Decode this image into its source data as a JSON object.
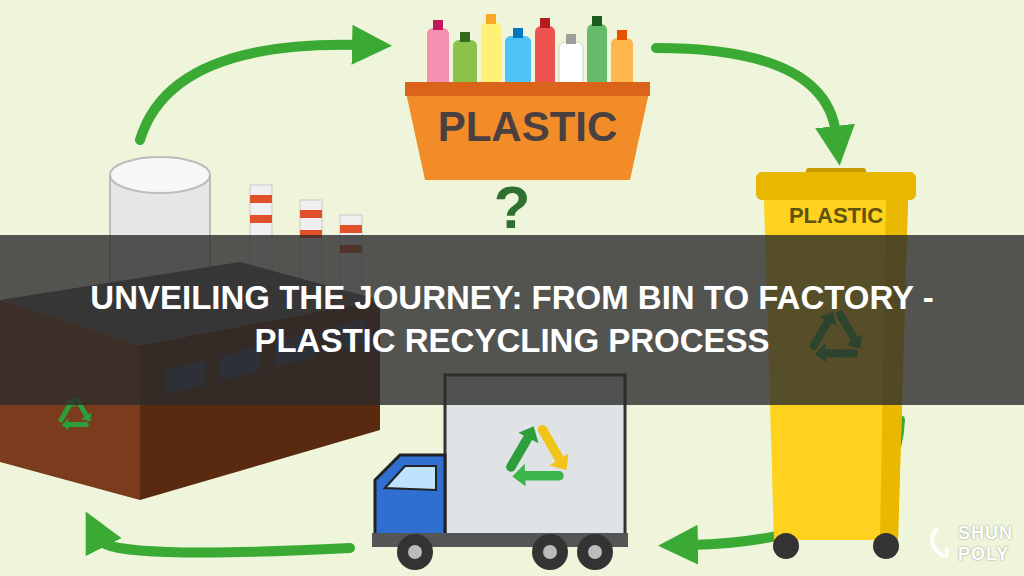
{
  "diagram": {
    "title": "UNVEILING THE JOURNEY: FROM BIN TO FACTORY - PLASTIC RECYCLING PROCESS",
    "nodes": [
      {
        "text": [
          "PLASTIC"
        ]
      },
      {
        "text": [
          "PLASTIC"
        ]
      }
    ],
    "edges": [
      {
        "from": 0,
        "to": 1,
        "arrow": "to"
      }
    ],
    "labels": [
      "?",
      "SHUN",
      "POLY"
    ]
  }
}
